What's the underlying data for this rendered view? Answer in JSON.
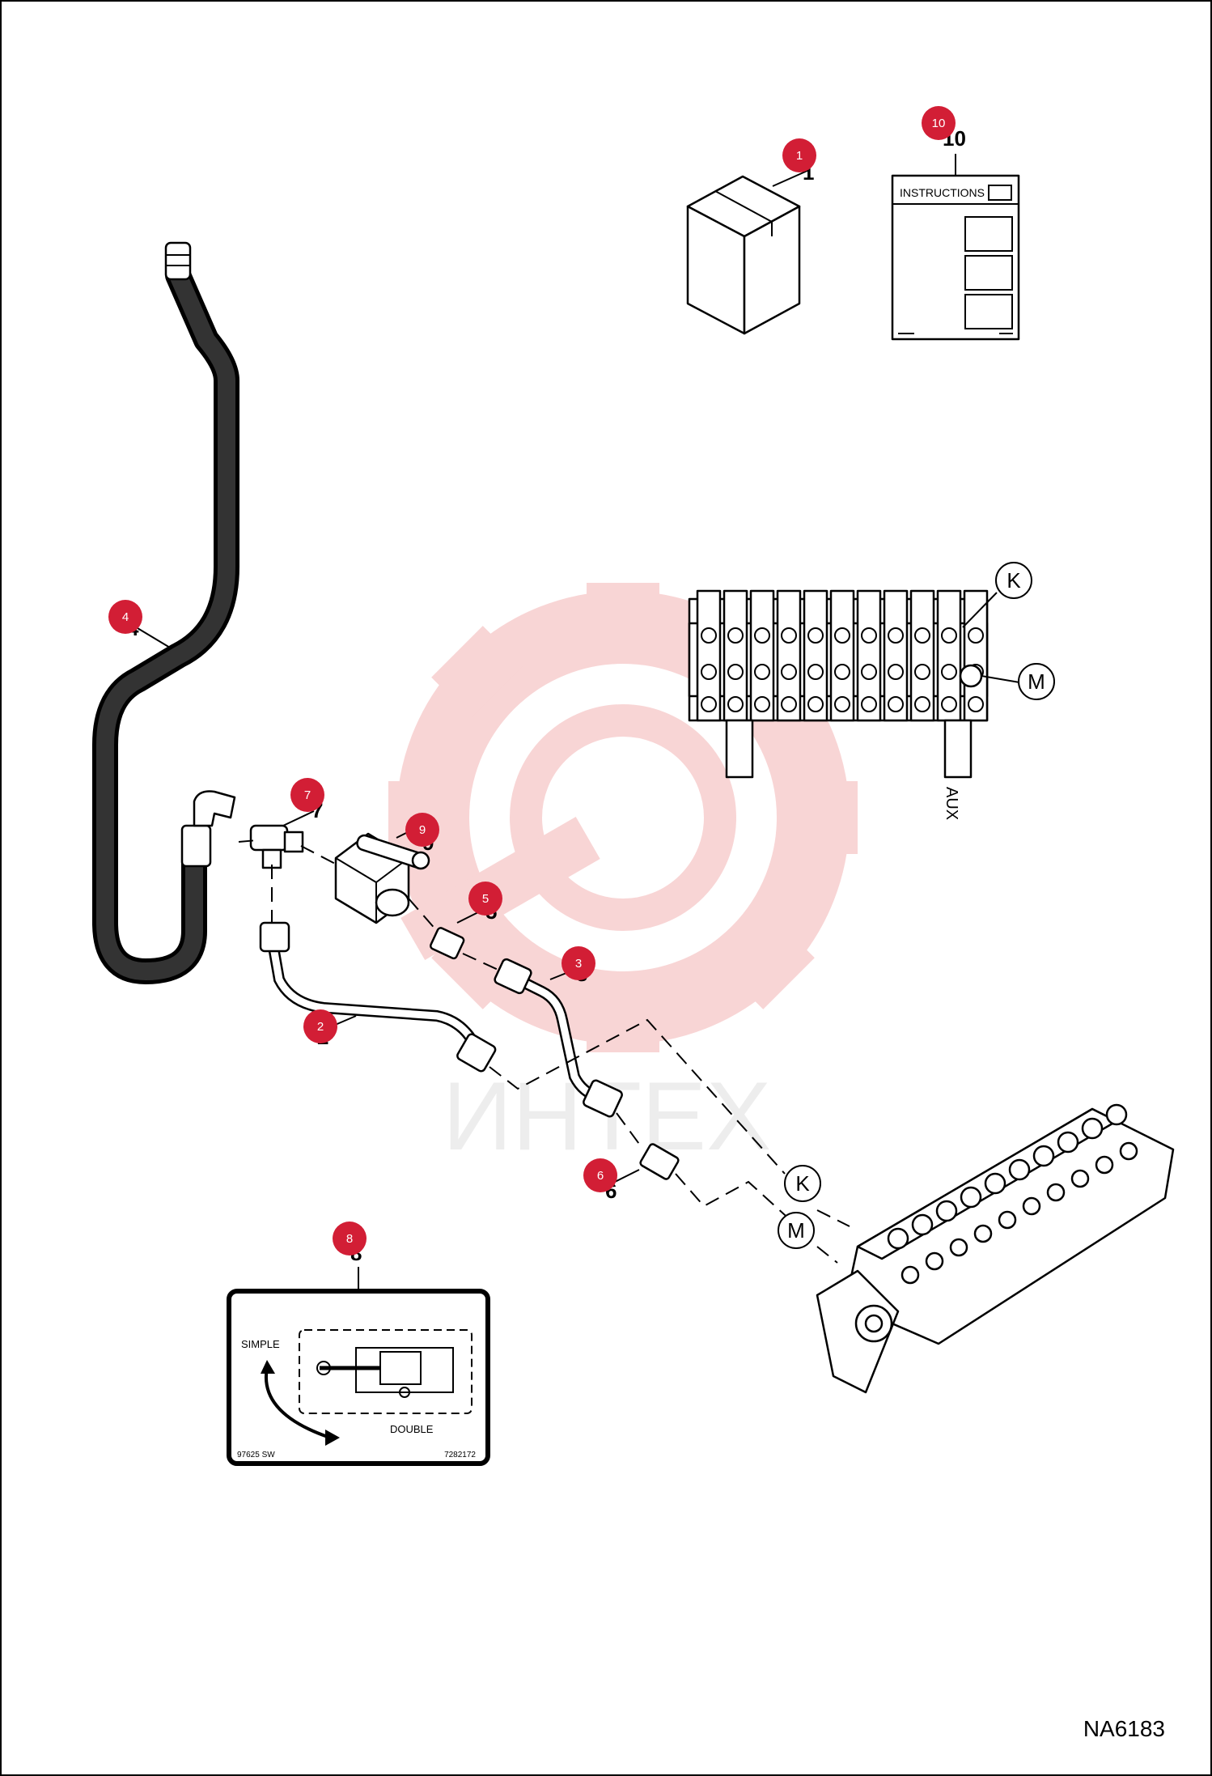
{
  "diagram_code": "NA6183",
  "watermark": {
    "text": "ИНТЕХ",
    "color": "#f6c9c9"
  },
  "accent_color": "#d21e35",
  "callouts": [
    {
      "number": "1",
      "label": "1"
    },
    {
      "number": "2",
      "label": "2"
    },
    {
      "number": "3",
      "label": "3"
    },
    {
      "number": "4",
      "label": "4"
    },
    {
      "number": "5",
      "label": "5"
    },
    {
      "number": "6",
      "label": "6"
    },
    {
      "number": "7",
      "label": "7"
    },
    {
      "number": "8",
      "label": "8"
    },
    {
      "number": "9",
      "label": "9"
    },
    {
      "number": "10",
      "label": "10"
    }
  ],
  "instructions_sheet": {
    "title": "INSTRUCTIONS"
  },
  "valve_ports": {
    "k": "K",
    "m": "M",
    "aux": "AUX"
  },
  "decal": {
    "simple": "SIMPLE",
    "double": "DOUBLE",
    "code_left": "97625 SW",
    "code_right": "7282172"
  }
}
